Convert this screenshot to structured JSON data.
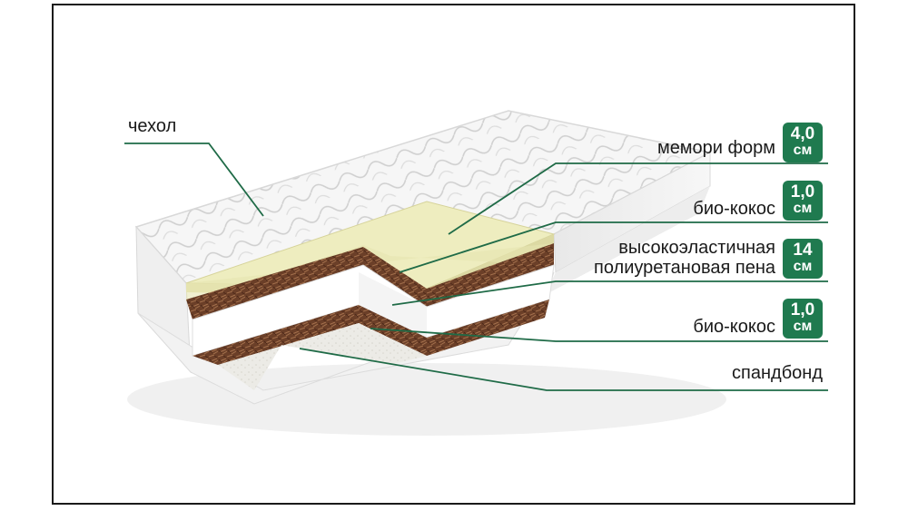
{
  "colors": {
    "accent": "#1f7a4f",
    "memory_foam": "#efeec0",
    "coir": "#7a4a30",
    "foam": "#ffffff"
  },
  "layers": {
    "cover": {
      "label": "чехол"
    },
    "memory_foam": {
      "label": "мемори форм",
      "thickness_value": "4,0",
      "thickness_unit": "см"
    },
    "bio_coir_top": {
      "label": "био-кокос",
      "thickness_value": "1,0",
      "thickness_unit": "см"
    },
    "hr_foam": {
      "label_line1": "высокоэластичная",
      "label_line2": "полиуретановая пена",
      "thickness_value": "14",
      "thickness_unit": "см"
    },
    "bio_coir_bottom": {
      "label": "био-кокос",
      "thickness_value": "1,0",
      "thickness_unit": "см"
    },
    "spunbond": {
      "label": "спандбонд"
    }
  }
}
